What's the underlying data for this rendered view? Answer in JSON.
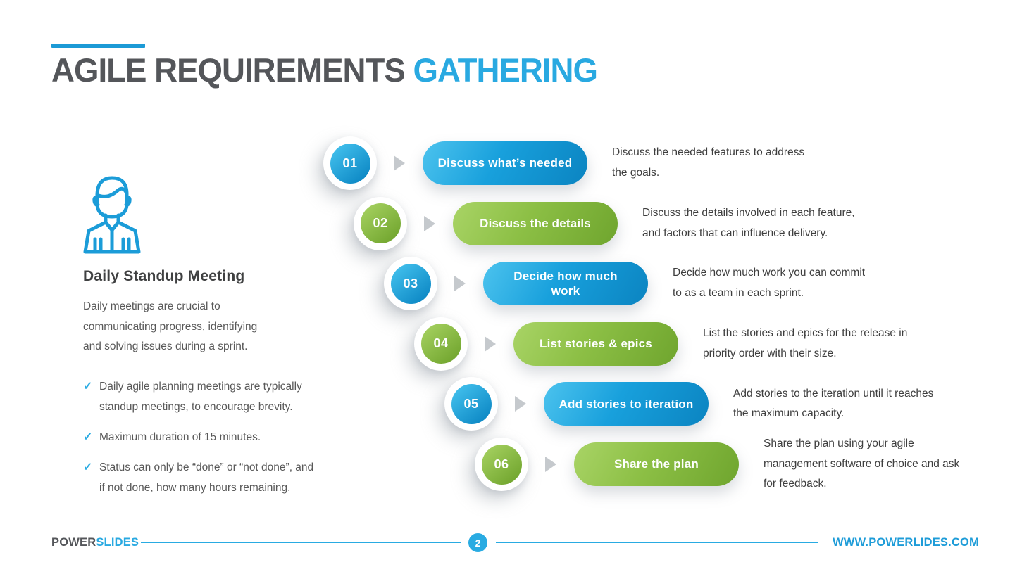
{
  "header": {
    "title_dark": "AGILE REQUIREMENTS",
    "title_accent": "GATHERING"
  },
  "colors": {
    "accent_blue": "#29abe2",
    "dark_gray": "#54565a",
    "pill_blue_start": "#4cc3ee",
    "pill_blue_end": "#0b84c1",
    "pill_green_start": "#a9d466",
    "pill_green_end": "#6fa52e",
    "arrow_gray": "#c5c9cd"
  },
  "sidebar": {
    "icon": "person-icon",
    "heading": "Daily Standup Meeting",
    "description": "Daily meetings are crucial to\ncommunicating progress, identifying\nand solving issues during a sprint.",
    "check_icon": "✓",
    "bullets": [
      {
        "text": "Daily agile planning meetings are typically\nstandup meetings, to encourage brevity."
      },
      {
        "text": "Maximum duration of 15 minutes."
      },
      {
        "text": "Status can only be “done” or “not done”, and\nif not done, how many hours remaining."
      }
    ]
  },
  "steps": [
    {
      "number": "01",
      "color": "blue",
      "label": "Discuss what’s needed",
      "description": "Discuss the needed features to address\nthe goals."
    },
    {
      "number": "02",
      "color": "green",
      "label": "Discuss the details",
      "description": "Discuss the details involved in each feature,\nand factors that can influence delivery."
    },
    {
      "number": "03",
      "color": "blue",
      "label": "Decide how much\nwork",
      "description": "Decide how much work you can commit\nto as a team in each sprint."
    },
    {
      "number": "04",
      "color": "green",
      "label": "List stories & epics",
      "description": "List the stories and epics for the release in\npriority order with their size."
    },
    {
      "number": "05",
      "color": "blue",
      "label": "Add stories to iteration",
      "description": "Add stories to the iteration until it reaches\nthe maximum capacity."
    },
    {
      "number": "06",
      "color": "green",
      "label": "Share the plan",
      "description": "Share the plan using your agile\nmanagement software of choice and ask\nfor feedback."
    }
  ],
  "footer": {
    "brand_dark": "POWER",
    "brand_accent": "SLIDES",
    "page_number": "2",
    "website": "WWW.POWERLIDES.COM"
  }
}
